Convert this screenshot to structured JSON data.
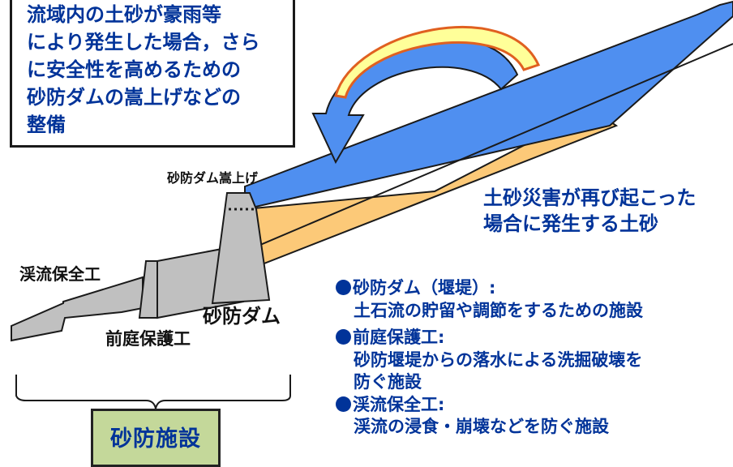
{
  "callout": {
    "lines": [
      "流域内の土砂が豪雨等",
      "により発生した場合，さら",
      "に安全性を高めるための",
      "砂防ダムの嵩上げなどの",
      "整備"
    ]
  },
  "labels": {
    "dam_raise": "砂防ダム嵩上げ",
    "sediment_line1": "土砂災害が再び起こった",
    "sediment_line2": "場合に発生する土砂",
    "stream_works": "渓流保全工",
    "sabo_dam": "砂防ダム",
    "apron_protection": "前庭保護工"
  },
  "descriptions": [
    {
      "heading": "砂防ダム（堰堤）:",
      "lines": [
        "土石流の貯留や調節をするための施設"
      ]
    },
    {
      "heading": "前庭保護工:",
      "lines": [
        "砂防堰堤からの落水による洗掘破壊を",
        "防ぐ施設"
      ]
    },
    {
      "heading": "渓流保全工:",
      "lines": [
        "渓流の浸食・崩壊などを防ぐ施設"
      ]
    }
  ],
  "facility_box": {
    "label": "砂防施設"
  },
  "colors": {
    "text_blue": "#003399",
    "sediment_orange": "#fcc978",
    "sediment_blue": "#4f8ff0",
    "structure_gray": "#c0c0c0",
    "facility_green": "#c4d89a",
    "arrow_outer": "#e06020",
    "arrow_inner": "#ffff99"
  }
}
